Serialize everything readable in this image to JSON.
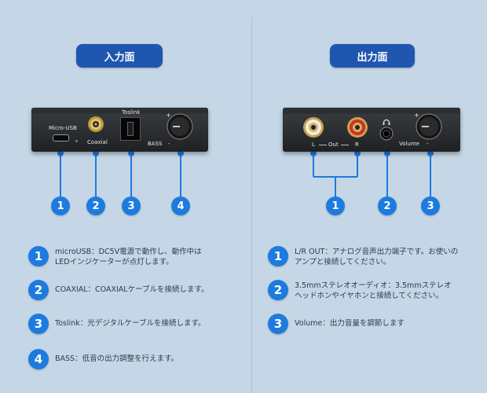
{
  "left_panel": {
    "title": "入力面",
    "port_labels": {
      "micro_usb": "Micro-USB",
      "coaxial": "Coaxial",
      "toslink": "Toslink",
      "bass": "BASS"
    },
    "markers": [
      "1",
      "2",
      "3",
      "4"
    ],
    "descriptions": [
      {
        "number": "1",
        "line1": "microUSB：DC5V電源で動作し、動作中は",
        "line2": "LEDインジケーターが点灯します。"
      },
      {
        "number": "2",
        "line1": "COAXIAL：COAXIALケーブルを接続します。",
        "line2": ""
      },
      {
        "number": "3",
        "line1": "Toslink：光デジタルケーブルを接続します。",
        "line2": ""
      },
      {
        "number": "4",
        "line1": "BASS：低音の出力調整を行えます。",
        "line2": ""
      }
    ]
  },
  "right_panel": {
    "title": "出力面",
    "port_labels": {
      "l": "L",
      "out": "Out",
      "r": "R",
      "volume": "Volume"
    },
    "markers": [
      "1",
      "2",
      "3"
    ],
    "descriptions": [
      {
        "number": "1",
        "line1": "L/R OUT：アナログ音声出力端子です。お使いの",
        "line2": "アンプと接続してください。"
      },
      {
        "number": "2",
        "line1": "3.5mmステレオオーディオ：3.5mmステレオ",
        "line2": "ヘッドホンやイヤホンと接続してください。"
      },
      {
        "number": "3",
        "line1": "Volume：出力音量を調節します",
        "line2": ""
      }
    ]
  },
  "colors": {
    "background": "#c5d7e6",
    "title_pill": "#1f56b0",
    "marker": "#1d7be0",
    "connector_line": "#1d7be0",
    "rca_left": "#e8e8e8",
    "rca_right": "#c8322c"
  },
  "icons": [
    "headphone-icon",
    "plus-sign",
    "minus-sign"
  ]
}
